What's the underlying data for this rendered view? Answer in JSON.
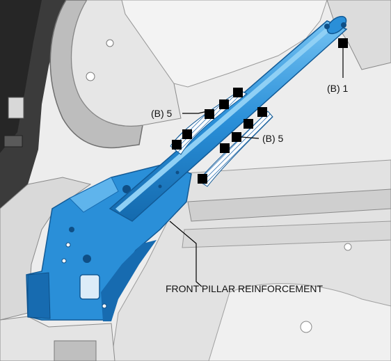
{
  "callouts": {
    "b1": "(B) 1",
    "b5_left": "(B) 5",
    "b5_right": "(B) 5",
    "part_name": "FRONT PILLAR REINFORCEMENT"
  },
  "colors": {
    "part_fill": "#2a8fd8",
    "part_dark": "#176bb0",
    "part_light": "#5fb4ec",
    "body_gray": "#d4d4d4",
    "body_dark": "#8a8a8a",
    "marker": "#000000",
    "leader": "#000000"
  }
}
